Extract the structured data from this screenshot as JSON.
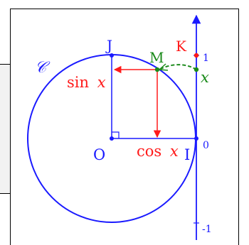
{
  "labels": {
    "curve": "𝒞",
    "point_J": "J",
    "point_M": "M",
    "point_K": "K",
    "point_O": "O",
    "point_I": "I",
    "sin": "sin",
    "sin_var": "x",
    "cos": "cos",
    "cos_var": "x",
    "axis_x": "x",
    "tick_1": "1",
    "tick_0": "0",
    "tick_neg1": "-1"
  },
  "colors": {
    "circle": "#1a1aff",
    "axis": "#1a1aff",
    "projection": "#ff1a1a",
    "arc": "#1a8a1a",
    "point_K": "#ff1a1a"
  }
}
